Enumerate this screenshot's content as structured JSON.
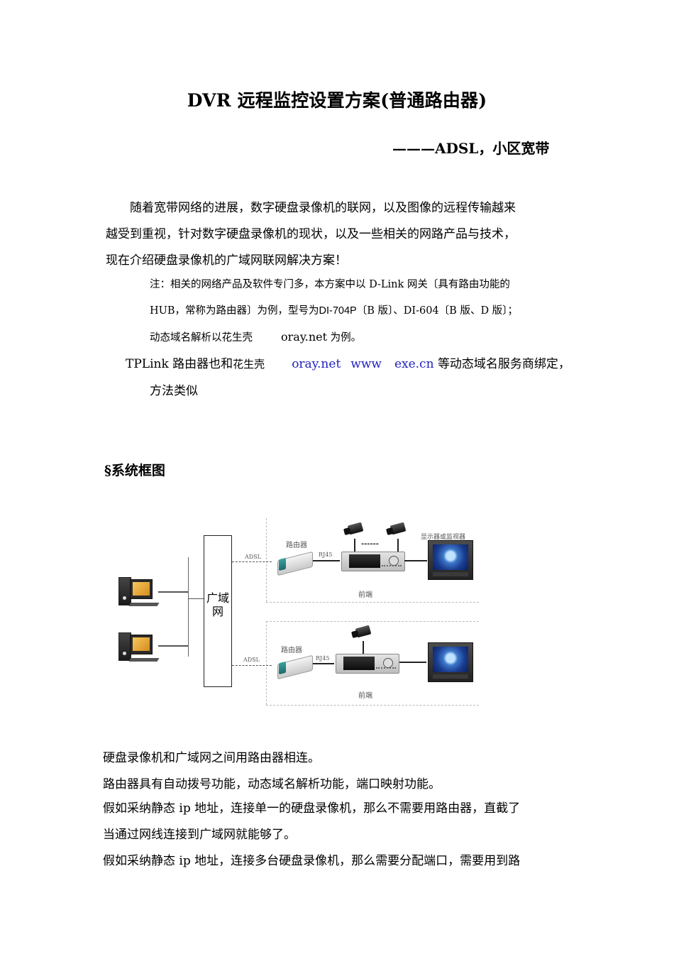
{
  "document": {
    "title": "DVR 远程监控设置方案(普通路由器)",
    "subtitle": "———ADSL，小区宽带",
    "intro": {
      "line1": "随着宽带网络的进展，数字硬盘录像机的联网，以及图像的远程传输越来",
      "line2": "越受到重视，针对数字硬盘录像机的现状，以及一些相关的网路产品与技术，",
      "line3": "现在介绍硬盘录像机的广域网联网解决方案！"
    },
    "note": {
      "line1": "注：相关的网络产品及软件专门多，本方案中以 D-Link 网关〔具有路由功能的",
      "line2_a": "HUB，常称为路由器〕为例，型号为",
      "line2_model": "DI-704P",
      "line2_b": "〔B 版〕、DI-604〔B 版、D 版〕；",
      "line3_a": "动态域名解析以花生壳",
      "line3_domain": "oray.net",
      "line3_b": "为例。"
    },
    "tplink": {
      "prefix": "TPLink 路由器也和",
      "brand": "花生壳",
      "link1": "oray.net",
      "link2": "www",
      "link3": "exe.cn",
      "suffix": "等动态域名服务商绑定，",
      "line2": "方法类似"
    },
    "section_heading": "§系统框图",
    "diagram": {
      "wan_label": "广域网",
      "top_site": {
        "adsl_label": "ADSL",
        "router_label": "路由器",
        "rj45_label": "RJ45",
        "camera_dots": "------",
        "monitor_label": "显示器或监视器",
        "frontend_label": "前端"
      },
      "bottom_site": {
        "adsl_label": "ADSL",
        "router_label": "路由器",
        "rj45_label": "RJ45",
        "frontend_label": "前端"
      }
    },
    "body": {
      "p1": "硬盘录像机和广域网之间用路由器相连。",
      "p2": "路由器具有自动拨号功能，动态域名解析功能，端口映射功能。",
      "p3_line1": "假如采纳静态 ip 地址，连接单一的硬盘录像机，那么不需要用路由器，直截了",
      "p3_line2": "当通过网线连接到广域网就能够了。",
      "p4_line1": "假如采纳静态 ip 地址，连接多台硬盘录像机，那么需要分配端口，需要用到路"
    },
    "colors": {
      "link": "#1f1fbf",
      "text": "#000000"
    }
  }
}
